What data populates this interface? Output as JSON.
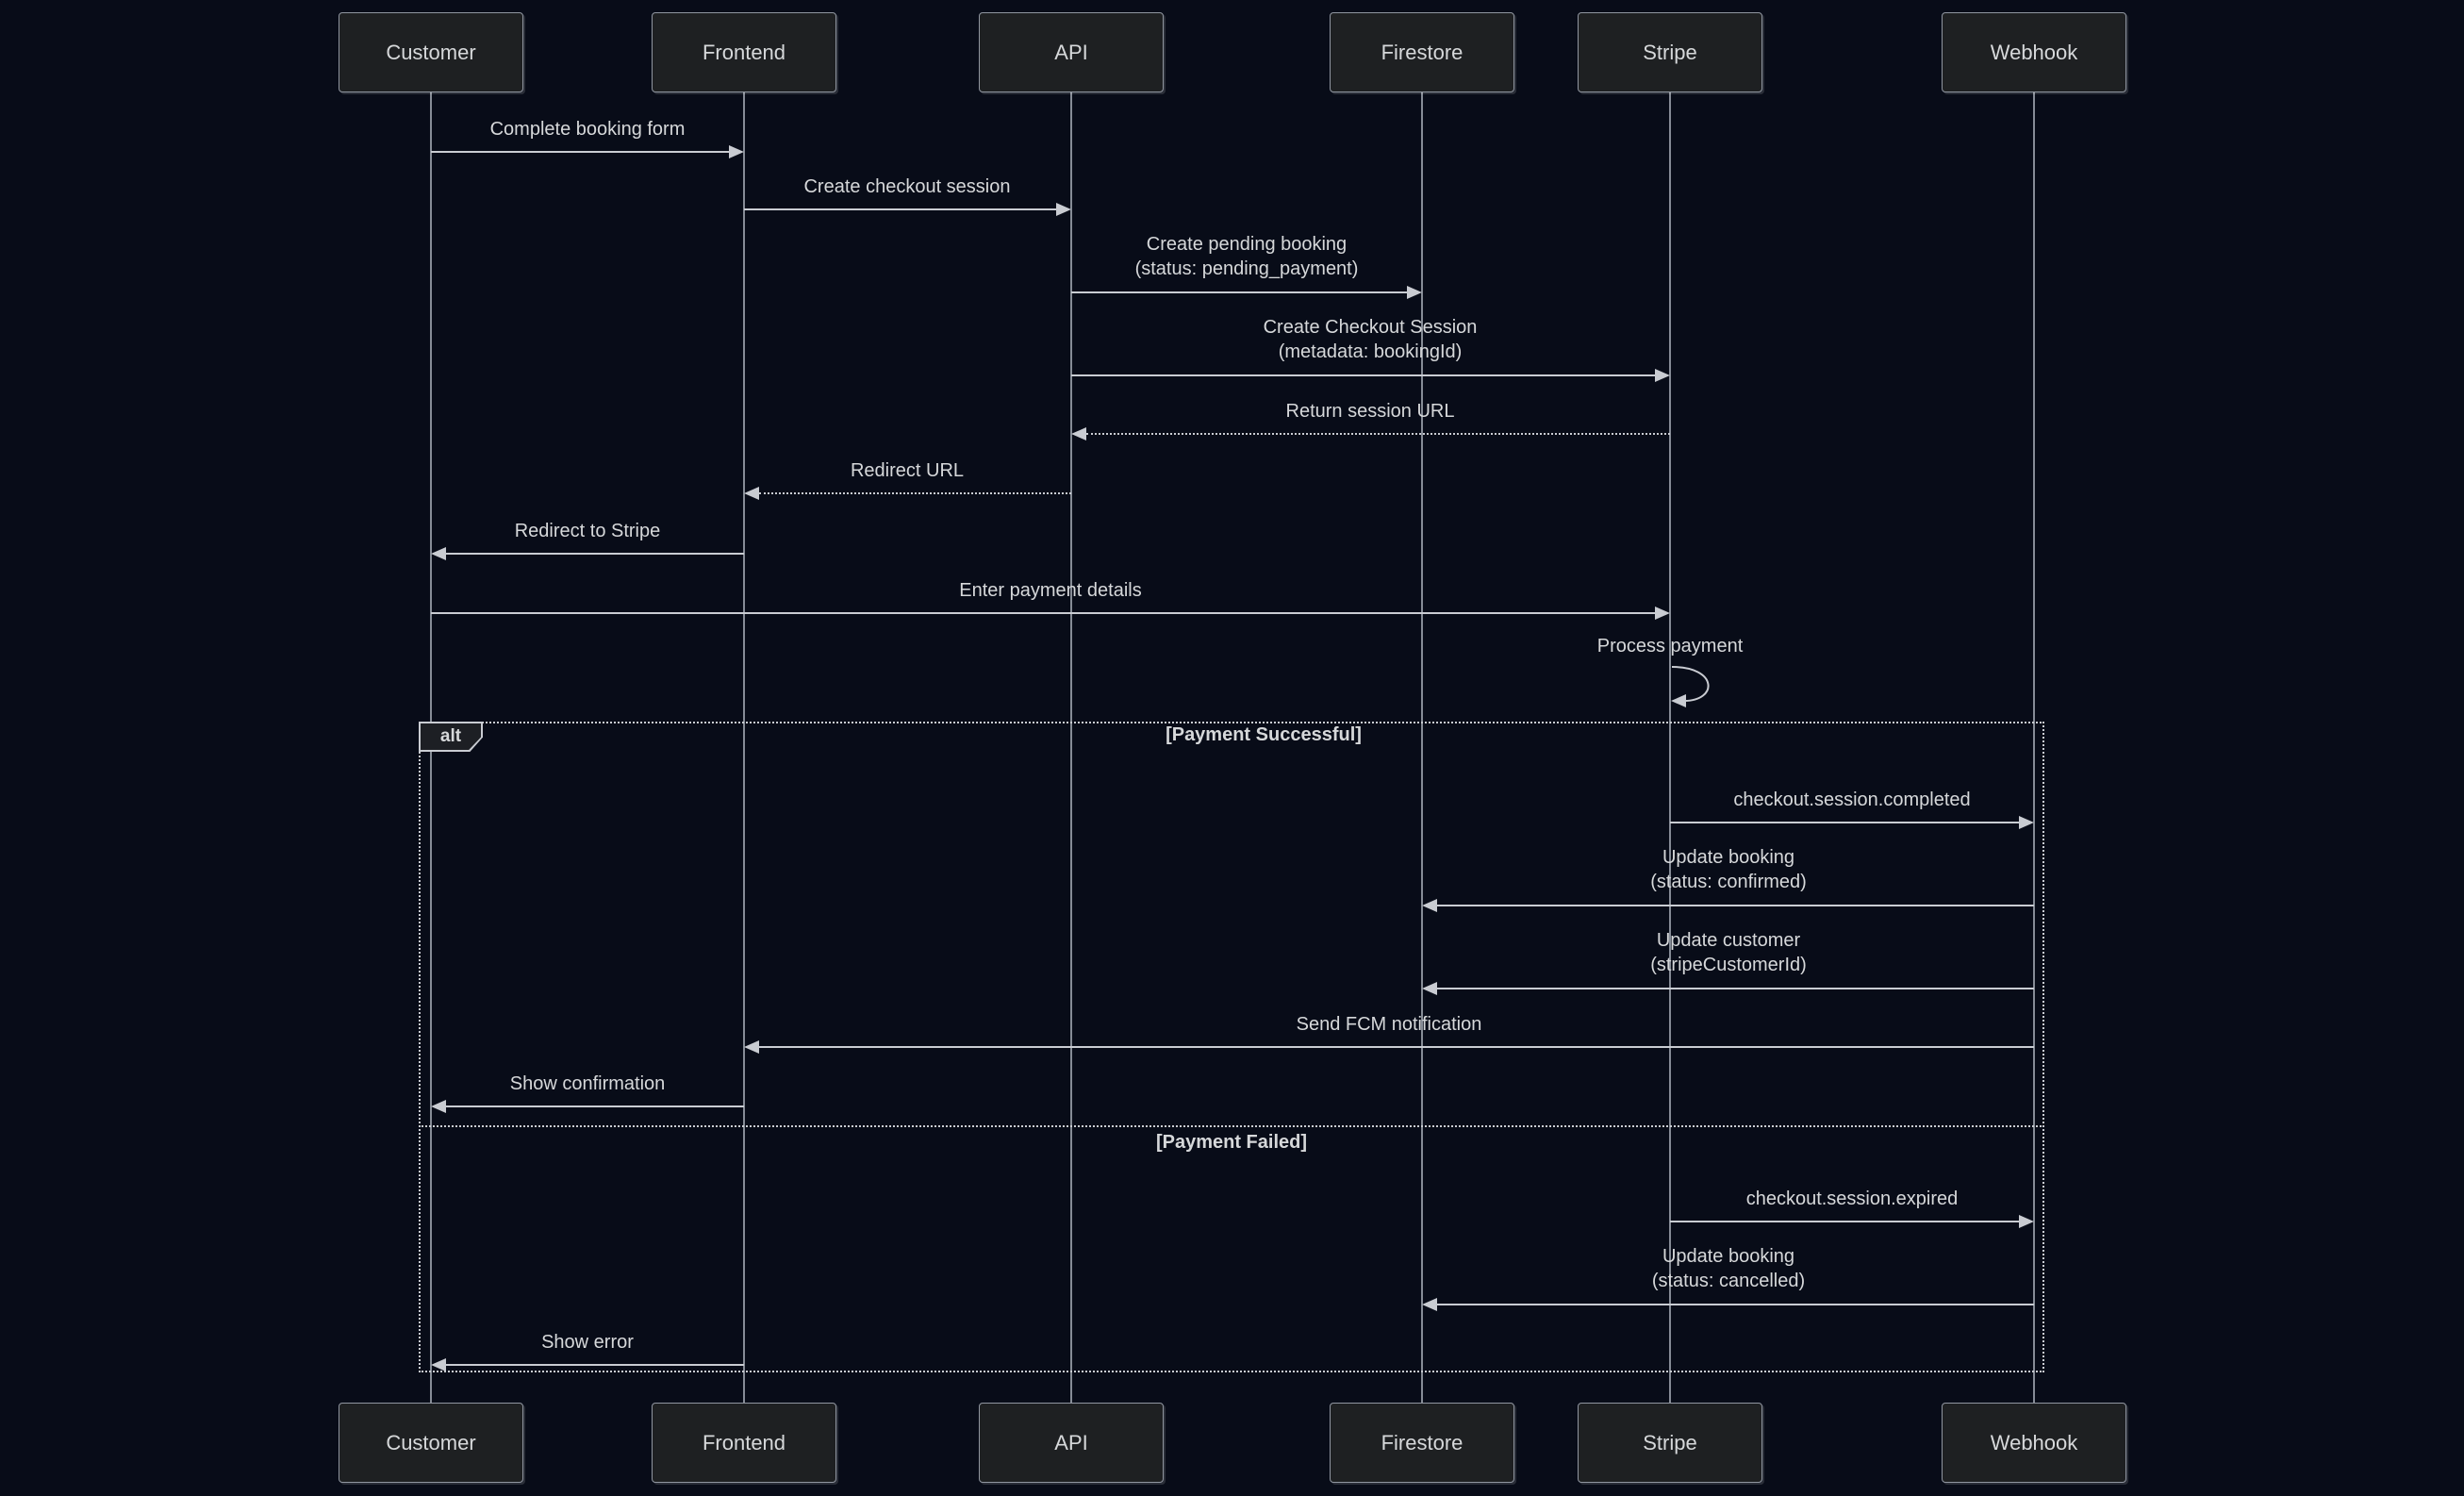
{
  "diagram": {
    "type": "sequence-diagram",
    "actors": [
      {
        "name": "Customer"
      },
      {
        "name": "Frontend"
      },
      {
        "name": "API"
      },
      {
        "name": "Firestore"
      },
      {
        "name": "Stripe"
      },
      {
        "name": "Webhook"
      }
    ],
    "messages": [
      {
        "from": "Customer",
        "to": "Frontend",
        "label": "Complete booking form",
        "line": "solid"
      },
      {
        "from": "Frontend",
        "to": "API",
        "label": "Create checkout session",
        "line": "solid"
      },
      {
        "from": "API",
        "to": "Firestore",
        "label": "Create pending booking\n(status: pending_payment)",
        "line": "solid"
      },
      {
        "from": "API",
        "to": "Stripe",
        "label": "Create Checkout Session\n(metadata: bookingId)",
        "line": "solid"
      },
      {
        "from": "Stripe",
        "to": "API",
        "label": "Return session URL",
        "line": "dashed"
      },
      {
        "from": "API",
        "to": "Frontend",
        "label": "Redirect URL",
        "line": "dashed"
      },
      {
        "from": "Frontend",
        "to": "Customer",
        "label": "Redirect to Stripe",
        "line": "solid"
      },
      {
        "from": "Customer",
        "to": "Stripe",
        "label": "Enter payment details",
        "line": "solid"
      },
      {
        "from": "Stripe",
        "to": "Stripe",
        "label": "Process payment",
        "line": "self"
      },
      {
        "from": "Stripe",
        "to": "Webhook",
        "label": "checkout.session.completed",
        "line": "solid"
      },
      {
        "from": "Webhook",
        "to": "Firestore",
        "label": "Update booking\n(status: confirmed)",
        "line": "solid"
      },
      {
        "from": "Webhook",
        "to": "Firestore",
        "label": "Update customer\n(stripeCustomerId)",
        "line": "solid"
      },
      {
        "from": "Webhook",
        "to": "Frontend",
        "label": "Send FCM notification",
        "line": "solid"
      },
      {
        "from": "Frontend",
        "to": "Customer",
        "label": "Show confirmation",
        "line": "solid"
      },
      {
        "from": "Stripe",
        "to": "Webhook",
        "label": "checkout.session.expired",
        "line": "solid"
      },
      {
        "from": "Webhook",
        "to": "Firestore",
        "label": "Update booking\n(status: cancelled)",
        "line": "solid"
      },
      {
        "from": "Frontend",
        "to": "Customer",
        "label": "Show error",
        "line": "solid"
      }
    ],
    "alt": {
      "label": "alt",
      "sections": [
        {
          "condition": "[Payment Successful]"
        },
        {
          "condition": "[Payment Failed]"
        }
      ]
    },
    "colors": {
      "background": "#080c18",
      "actor_fill": "#1e2022",
      "actor_border": "#9096a0",
      "arrow": "#c9ccd2",
      "text": "#d6d8da"
    }
  }
}
